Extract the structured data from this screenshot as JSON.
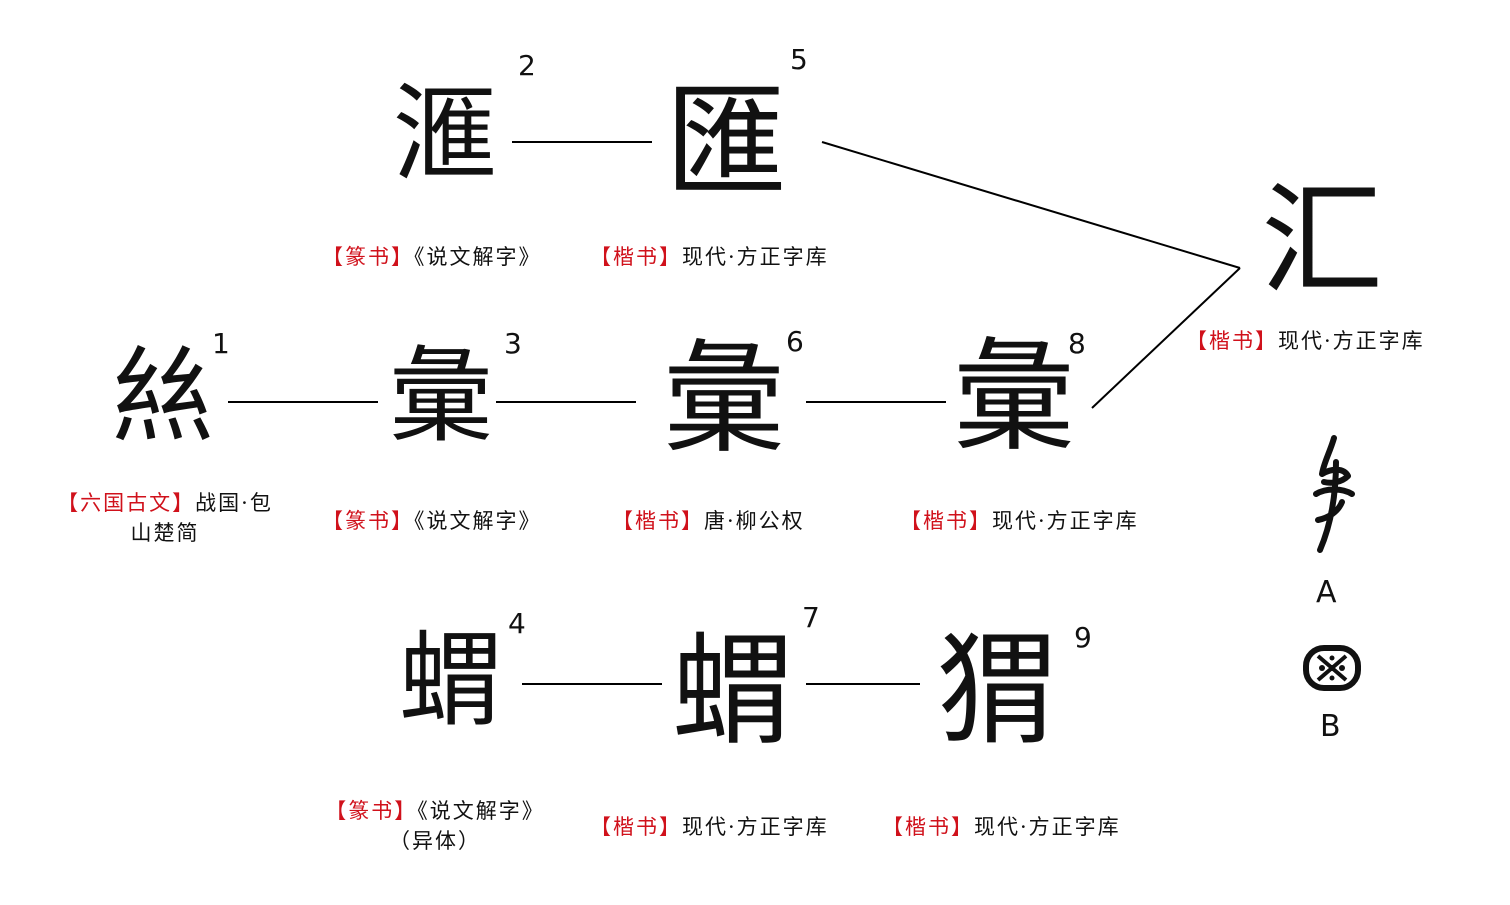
{
  "nodes": [
    {
      "id": "n1",
      "number": "1",
      "glyph": "𢇁",
      "script": "六国古文",
      "source": "战国·包",
      "source2": "山楚简"
    },
    {
      "id": "n2",
      "number": "2",
      "glyph": "滙",
      "script": "篆书",
      "source": "《说文解字》"
    },
    {
      "id": "n3",
      "number": "3",
      "glyph": "彙",
      "script": "篆书",
      "source": "《说文解字》"
    },
    {
      "id": "n4",
      "number": "4",
      "glyph": "蝟",
      "script": "篆书",
      "source": "《说文解字》",
      "source2": "（异体）"
    },
    {
      "id": "n5",
      "number": "5",
      "glyph": "匯",
      "script": "楷书",
      "source": "现代·方正字库"
    },
    {
      "id": "n6",
      "number": "6",
      "glyph": "彙",
      "script": "楷书",
      "source": "唐·柳公权"
    },
    {
      "id": "n7",
      "number": "7",
      "glyph": "蝟",
      "script": "楷书",
      "source": "现代·方正字库"
    },
    {
      "id": "n8",
      "number": "8",
      "glyph": "彙",
      "script": "楷书",
      "source": "现代·方正字库"
    },
    {
      "id": "n9",
      "number": "9",
      "glyph": "猬",
      "script": "楷书",
      "source": "现代·方正字库"
    },
    {
      "id": "hui",
      "number": "",
      "glyph": "汇",
      "script": "楷书",
      "source": "现代·方正字库"
    }
  ],
  "components": [
    {
      "label": "A",
      "glyph": "𠂢"
    },
    {
      "label": "B",
      "glyph": "⊠"
    }
  ],
  "brackets": {
    "open": "【",
    "close": "】"
  },
  "colors": {
    "bracket_label": "#d0111b",
    "text": "#111111",
    "line": "#000000"
  }
}
